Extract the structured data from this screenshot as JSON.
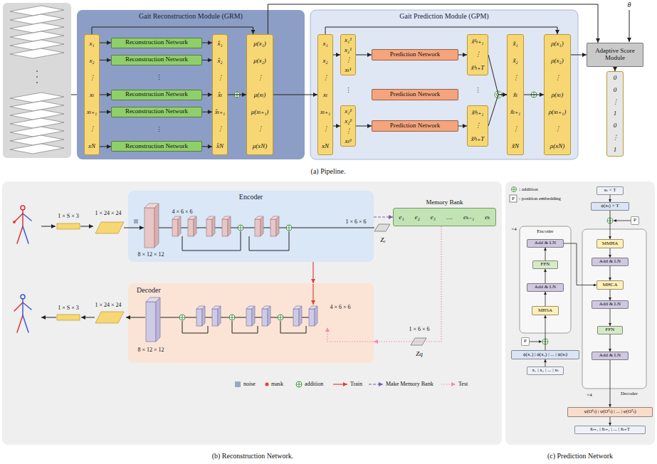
{
  "diagram": {
    "caption": "(a) Pipeline.",
    "nodes": [
      {
        "text": [
          "Gait Reconstruction Module (GRM)"
        ]
      },
      {
        "text": [
          "x₁",
          "x₂",
          "⋮",
          "xₜ",
          "xₜ₊₁",
          "⋮",
          "xN"
        ],
        "in": 0
      },
      {
        "text": [
          "Reconstruction Network"
        ],
        "in": 0
      },
      {
        "text": [
          "Reconstruction Network"
        ],
        "in": 0
      },
      {
        "text": [
          "Reconstruction Network"
        ],
        "in": 0
      },
      {
        "text": [
          "Reconstruction Network"
        ],
        "in": 0
      },
      {
        "text": [
          "Reconstruction Network"
        ],
        "in": 0
      },
      {
        "text": [
          "x̂₁",
          "x̂₂",
          "⋮",
          "x̂ₜ",
          "x̂ₜ₊₁",
          "⋮",
          "x̂N"
        ],
        "in": 0
      },
      {
        "text": [
          "μ(x₁)",
          "μ(x₂)",
          "⋮",
          "μ(xₜ)",
          "μ(xₜ₊₁)",
          "⋮",
          "μ(xN)"
        ],
        "in": 0
      },
      {
        "text": [
          "Gait Prediction Module (GPM)"
        ]
      },
      {
        "text": [
          "x₁",
          "x₂",
          "⋮",
          "xₜ",
          "xₜ₊₁",
          "⋮",
          "xN"
        ],
        "in": 9
      },
      {
        "text": [
          "x₁¹",
          "x₂¹",
          "⋮",
          "xₜ¹"
        ],
        "in": 9
      },
      {
        "text": [
          "x₁ᵝ",
          "x₂ᵝ",
          "⋮",
          "xₜᵝ"
        ],
        "in": 9
      },
      {
        "text": [
          "Prediction Network"
        ],
        "in": 9
      },
      {
        "text": [
          "Prediction Network"
        ],
        "in": 9
      },
      {
        "text": [
          "Prediction Network"
        ],
        "in": 9
      },
      {
        "text": [
          "x̃¹ₜ₊₁",
          "⋮",
          "x̃¹ₜ₊T"
        ],
        "in": 9
      },
      {
        "text": [
          "x̃ᵝₜ₊₁",
          "⋮",
          "x̃ᵝₜ₊T"
        ],
        "in": 9
      },
      {
        "text": [
          "x̃₁",
          "x̃₂",
          "⋮",
          "x̃ₜ",
          "x̃ₜ₊₁",
          "⋮",
          "x̃N"
        ],
        "in": 9
      },
      {
        "text": [
          "ρ(x₁)",
          "ρ(x₂)",
          "⋮",
          "ρ(xₜ)",
          "ρ(xₜ₊₁)",
          "⋮",
          "ρ(xN)"
        ],
        "in": 9
      },
      {
        "text": [
          "Adaptive Score Module"
        ]
      },
      {
        "text": [
          "0",
          "0",
          "⋮",
          "1",
          "0",
          "⋮",
          "1"
        ]
      },
      {
        "text": [
          "Encoder"
        ]
      },
      {
        "text": [
          "Decoder"
        ]
      },
      {
        "text": [
          "Memory Bank",
          "e₁",
          "e₂",
          "e₃",
          "....",
          "eₖ₋₁",
          "eₖ"
        ]
      },
      {
        "text": [
          "Encoder"
        ]
      },
      {
        "text": [
          "Add & LN"
        ],
        "in": 25
      },
      {
        "text": [
          "FFN"
        ],
        "in": 25
      },
      {
        "text": [
          "Add & LN"
        ],
        "in": 25
      },
      {
        "text": [
          "MHSA"
        ],
        "in": 25
      },
      {
        "text": [
          "P"
        ]
      },
      {
        "text": [
          "ϕ(x₁) | ϕ(x₂) | ... | ϕ(xₜ)"
        ]
      },
      {
        "text": [
          "x₁ | x₂ | ... | xₜ"
        ]
      },
      {
        "text": [
          "xₜ × T"
        ]
      },
      {
        "text": [
          "ϕ(xₜ) × T"
        ]
      },
      {
        "text": [
          "P"
        ]
      },
      {
        "text": [
          "Decoder"
        ]
      },
      {
        "text": [
          "MMHA"
        ],
        "in": 36
      },
      {
        "text": [
          "Add & LN"
        ],
        "in": 36
      },
      {
        "text": [
          "MHCA"
        ],
        "in": 36
      },
      {
        "text": [
          "Add & LN"
        ],
        "in": 36
      },
      {
        "text": [
          "FFN"
        ],
        "in": 36
      },
      {
        "text": [
          "Add & LN"
        ],
        "in": 36
      },
      {
        "text": [
          "φ(O¹ₜ) | φ(O²ₜ) | ... | φ(Oᵀₜ)"
        ]
      },
      {
        "text": [
          "x̃ₜ₊₁ | x̃ₜ₊₂ | ... | x̃ₜ₊T"
        ]
      }
    ],
    "edges": [
      {
        "from": 1,
        "to": 2,
        "arrow": "to"
      },
      {
        "from": 1,
        "to": 3,
        "arrow": "to"
      },
      {
        "from": 1,
        "to": 4,
        "arrow": "to"
      },
      {
        "from": 1,
        "to": 5,
        "arrow": "to"
      },
      {
        "from": 1,
        "to": 6,
        "arrow": "to"
      },
      {
        "from": 2,
        "to": 7,
        "arrow": "to"
      },
      {
        "from": 3,
        "to": 7,
        "arrow": "to"
      },
      {
        "from": 4,
        "to": 7,
        "arrow": "to"
      },
      {
        "from": 5,
        "to": 7,
        "arrow": "to"
      },
      {
        "from": 6,
        "to": 7,
        "arrow": "to"
      },
      {
        "from": 7,
        "to": 8,
        "arrow": "to"
      },
      {
        "from": 1,
        "to": 8,
        "arrow": "to"
      },
      {
        "from": 8,
        "to": 10,
        "arrow": "to"
      },
      {
        "from": 8,
        "to": 20,
        "arrow": "to"
      },
      {
        "from": 10,
        "to": 11,
        "arrow": "to"
      },
      {
        "from": 10,
        "to": 12,
        "arrow": "to"
      },
      {
        "from": 11,
        "to": 13,
        "arrow": "to"
      },
      {
        "from": 12,
        "to": 15,
        "arrow": "to"
      },
      {
        "from": 13,
        "to": 16,
        "arrow": "to"
      },
      {
        "from": 15,
        "to": 17,
        "arrow": "to"
      },
      {
        "from": 16,
        "to": 18,
        "arrow": "to"
      },
      {
        "from": 17,
        "to": 18,
        "arrow": "to"
      },
      {
        "from": 18,
        "to": 19,
        "arrow": "to"
      },
      {
        "from": 10,
        "to": 19,
        "arrow": "to"
      },
      {
        "from": 19,
        "to": 20,
        "arrow": "to"
      },
      {
        "from": 20,
        "to": 21,
        "arrow": "to"
      },
      {
        "from": 22,
        "to": 24,
        "arrow": "to"
      },
      {
        "from": 22,
        "to": 23,
        "arrow": "to"
      },
      {
        "from": 24,
        "to": 23,
        "arrow": "to"
      },
      {
        "from": 32,
        "to": 31,
        "arrow": "to"
      },
      {
        "from": 31,
        "to": 29,
        "arrow": "to"
      },
      {
        "from": 29,
        "to": 28,
        "arrow": "to"
      },
      {
        "from": 28,
        "to": 27,
        "arrow": "to"
      },
      {
        "from": 27,
        "to": 26,
        "arrow": "to"
      },
      {
        "from": 26,
        "to": 39,
        "arrow": "to"
      },
      {
        "from": 33,
        "to": 34,
        "arrow": "to"
      },
      {
        "from": 34,
        "to": 37,
        "arrow": "to"
      },
      {
        "from": 37,
        "to": 38,
        "arrow": "to"
      },
      {
        "from": 38,
        "to": 39,
        "arrow": "to"
      },
      {
        "from": 39,
        "to": 40,
        "arrow": "to"
      },
      {
        "from": 40,
        "to": 41,
        "arrow": "to"
      },
      {
        "from": 41,
        "to": 42,
        "arrow": "to"
      },
      {
        "from": 42,
        "to": 43,
        "arrow": "to"
      },
      {
        "from": 43,
        "to": 44,
        "arrow": "to"
      }
    ],
    "labels": [
      "⋮",
      "⋮",
      "⋮",
      "⋮",
      "θ",
      "1 × S × 3",
      "1 × 24 × 24",
      "4 × 6 × 6",
      "8 × 12 × 12",
      "1 × 6 × 6",
      "Zₑ",
      "1 × 6 × 6",
      "Zq",
      "1 × S × 3",
      "1 × 24 × 24",
      "8 × 12 × 12",
      "4 × 6 × 6",
      "(b) Reconstruction Network.",
      "P",
      "×4",
      "×4",
      "(c) Prediction Network"
    ],
    "legend": [
      {
        "text": "noise"
      },
      {
        "text": "mask"
      },
      {
        "text": "addition"
      },
      {
        "text": "Train"
      },
      {
        "text": "Make Memory Bank"
      },
      {
        "text": "Test"
      },
      {
        "text": ": addition"
      },
      {
        "text": ": position embedding"
      }
    ]
  }
}
